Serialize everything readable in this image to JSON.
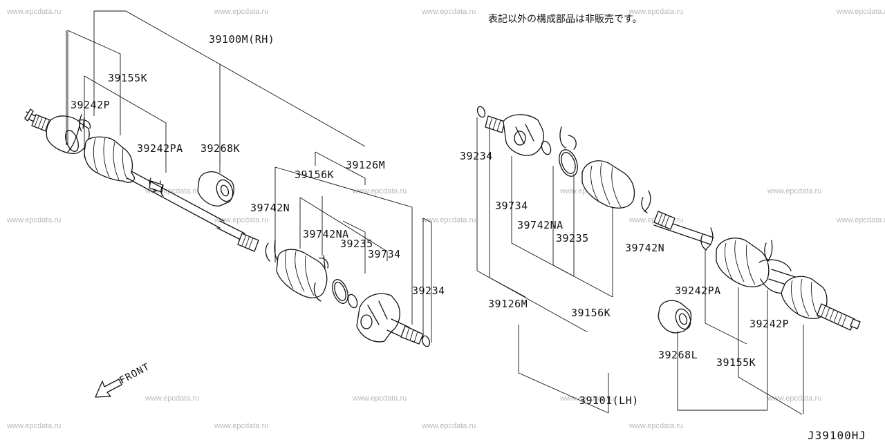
{
  "note": "表記以外の構成部品は非販売です。",
  "diagram_code": "J39100HJ",
  "front_label": "FRONT",
  "watermark": "www.epcdata.ru",
  "right_side": {
    "assembly": "39100M(RH)",
    "parts": {
      "boot_kit_outer": "39155K",
      "band_outer": "39242P",
      "band_outer_a": "39242PA",
      "damper": "39268K",
      "boot_kit_inner": "39156K",
      "joint_assembly": "39126M",
      "band_inner": "39742N",
      "band_inner_a": "39742NA",
      "snap_ring": "39235",
      "retainer": "39734",
      "circlip": "39234"
    }
  },
  "left_side": {
    "assembly": "39101(LH)",
    "parts": {
      "circlip": "39234",
      "retainer": "39734",
      "band_inner_a": "39742NA",
      "snap_ring": "39235",
      "band_inner": "39742N",
      "joint_assembly": "39126M",
      "boot_kit_inner": "39156K",
      "band_outer_a": "39242PA",
      "band_outer": "39242P",
      "damper": "39268L",
      "boot_kit_outer": "39155K"
    }
  }
}
